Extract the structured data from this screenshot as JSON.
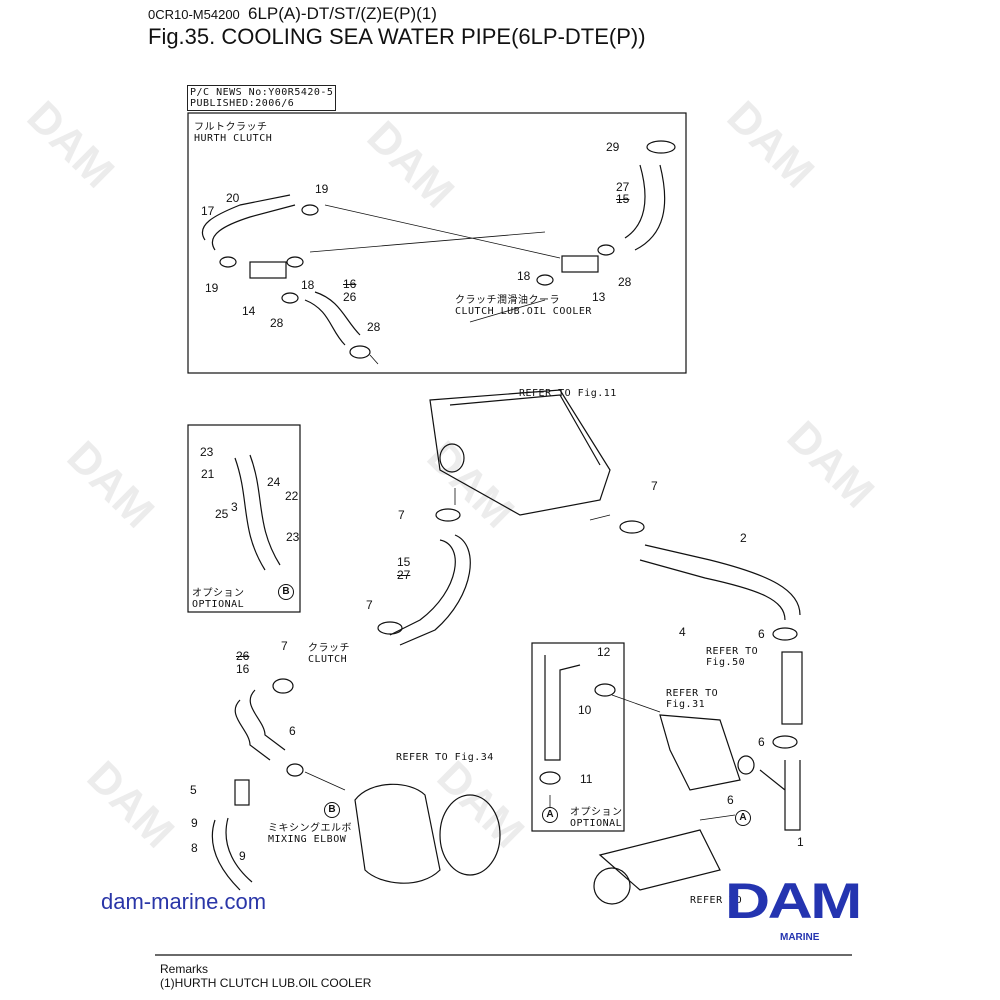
{
  "header": {
    "code": "0CR10-M54200",
    "model": "6LP(A)-DT/ST/(Z)E(P)(1)",
    "title": "Fig.35.  COOLING SEA WATER PIPE(6LP-DTE(P))"
  },
  "news": {
    "line1": "P/C NEWS No:Y00R5420-5",
    "line2": "PUBLISHED:2006/6"
  },
  "top_box": {
    "label_jp": "フルトクラッチ",
    "label_en": "HURTH CLUTCH",
    "cooler_jp": "クラッチ潤滑油クーラ",
    "cooler_en": "CLUTCH LUB.OIL COOLER",
    "callouts": [
      "29",
      "27",
      "15",
      "28",
      "13",
      "18",
      "19",
      "20",
      "17",
      "19",
      "18",
      "16",
      "26",
      "14",
      "28",
      "28"
    ]
  },
  "optional_box": {
    "callouts": [
      "23",
      "21",
      "24",
      "22",
      "25",
      "3",
      "23"
    ],
    "ref": "B",
    "label_jp": "オプション",
    "label_en": "OPTIONAL"
  },
  "main": {
    "refer_fig11": "REFER TO Fig.11",
    "refer_fig34": "REFER TO Fig.34",
    "refer_to": "REFER TO",
    "fig50": "Fig.50",
    "fig31": "Fig.31",
    "refer_bottom": "REFER TO",
    "clutch_jp": "クラッチ",
    "clutch_en": "CLUTCH",
    "mixing_jp": "ミキシングエルボ",
    "mixing_en": "MIXING ELBOW",
    "callouts": [
      "7",
      "15",
      "27",
      "7",
      "26",
      "16",
      "7",
      "6",
      "5",
      "9",
      "8",
      "9",
      "7",
      "2",
      "4",
      "6",
      "6",
      "6",
      "1"
    ],
    "ref_b": "B",
    "ref_a": "A"
  },
  "optional_box2": {
    "callouts": [
      "12",
      "10",
      "11"
    ],
    "ref": "A",
    "label_jp": "オプション",
    "label_en": "OPTIONAL"
  },
  "watermark": "DAM",
  "footer": {
    "site": "dam-marine.com",
    "logo": "DAM",
    "logo_sub": "MARINE",
    "remarks_title": "Remarks",
    "remarks_line": "(1)HURTH CLUTCH LUB.OIL COOLER"
  },
  "colors": {
    "brand": "#2434b0",
    "line": "#111111"
  }
}
